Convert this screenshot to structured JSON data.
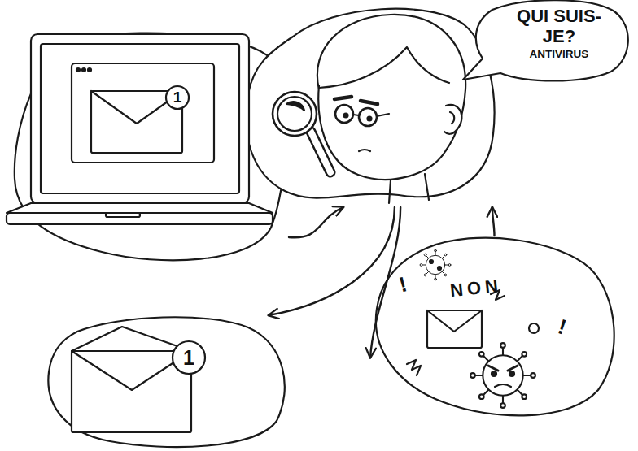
{
  "diagram": {
    "nodes": [
      {
        "text": [
          "1"
        ]
      },
      {
        "text": []
      },
      {
        "text": [
          "QUI SUIS-JE?",
          "ANTIVIRUS"
        ],
        "in": 1
      },
      {
        "text": [
          "1"
        ]
      },
      {
        "text": [
          "!",
          "NON",
          "!"
        ]
      }
    ],
    "edges": [
      {
        "from": 0,
        "to": 1,
        "arrow": "to"
      },
      {
        "from": 1,
        "to": 3,
        "arrow": "to"
      },
      {
        "from": 1,
        "to": 4,
        "arrow": "to"
      },
      {
        "from": 4,
        "to": 1,
        "arrow": "to"
      }
    ]
  }
}
